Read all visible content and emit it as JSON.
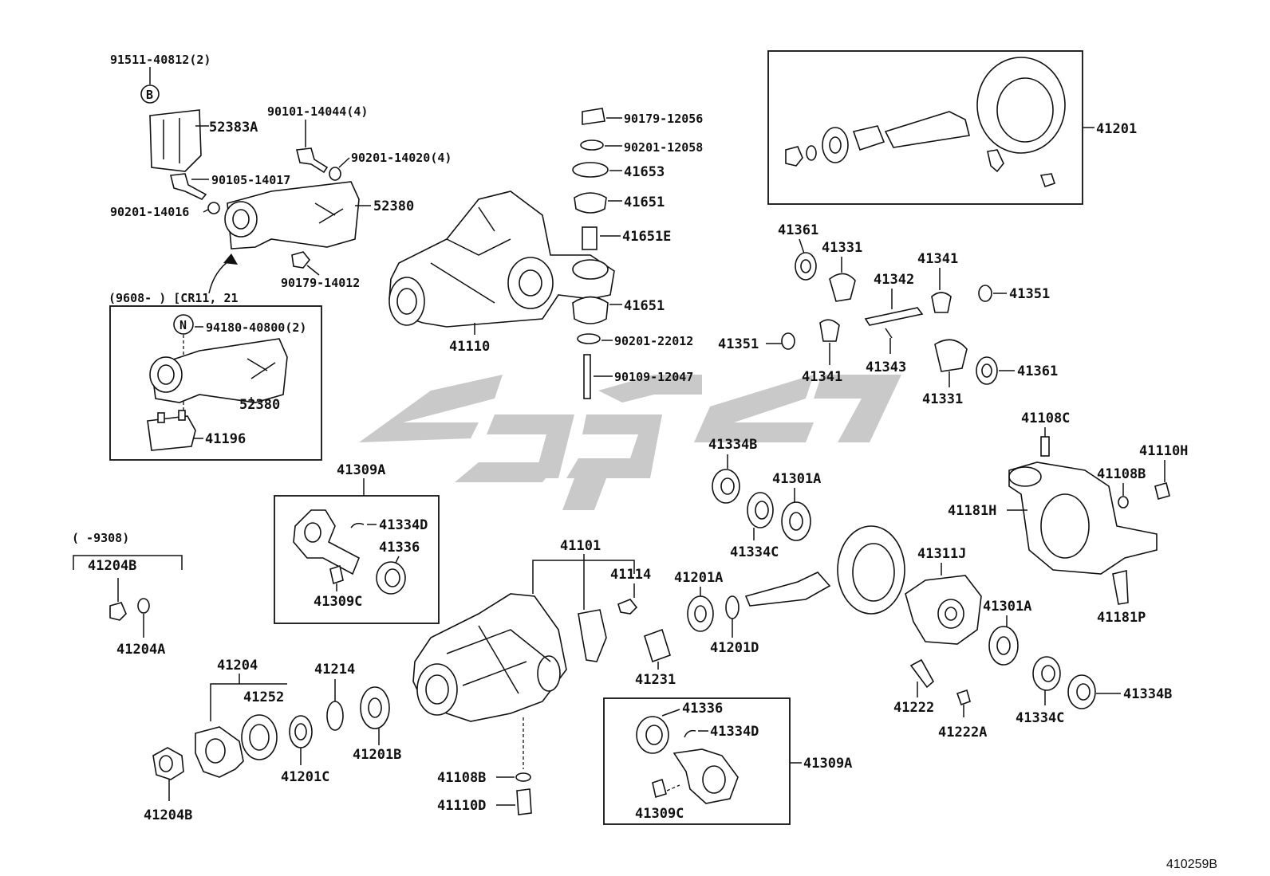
{
  "diagram_id": "410259B",
  "top_bracket": {
    "bolt_b": "91511-40812(2)",
    "bolt_b_marker": "B",
    "bracket": "52383A",
    "bolt_1": "90101-14044(4)",
    "washer_1": "90201-14020(4)",
    "bolt_2": "90105-14017",
    "washer_2": "90201-14016",
    "support": "52380",
    "nut": "90179-14012"
  },
  "variant_box": {
    "header": "(9608-    ) [CR11, 21",
    "bolt_n": "94180-40800(2)",
    "bolt_n_marker": "N",
    "support": "52380",
    "cushion": "41196"
  },
  "carrier_assembly": {
    "carrier": "41110",
    "nut": "90179-12056",
    "washer_top": "90201-12058",
    "stopper": "41653",
    "cushion_upper": "41651",
    "collar": "41651E",
    "cushion_lower": "41651",
    "washer_bottom": "90201-22012",
    "stud": "90109-12047"
  },
  "ring_gear_kit": {
    "label": "41201"
  },
  "differential_gears": {
    "washer_l": "41361",
    "side_gear_l": "41331",
    "pinion_r": "41341",
    "shaft": "41342",
    "thrust_r": "41351",
    "thrust_l": "41351",
    "pinion_l": "41341",
    "pin": "41343",
    "side_gear_r": "41331",
    "washer_r": "41361"
  },
  "right_cover": {
    "breather": "41108C",
    "plug": "41110H",
    "gasket": "41108B",
    "cover": "41181H",
    "bolt": "41181P"
  },
  "side_shaft_upper": {
    "title": "41309A",
    "snap_ring": "41334D",
    "oil_seal": "41336",
    "bolt": "41309C"
  },
  "side_shaft_lower": {
    "oil_seal": "41336",
    "snap_ring": "41334D",
    "title": "41309A",
    "bolt": "41309C"
  },
  "left_flange": {
    "header": "(     -9308)",
    "group": "41204B",
    "nut": "41204B",
    "washer": "41204A"
  },
  "companion_flange": {
    "group": "41204",
    "deflector": "41252",
    "spacer": "41214",
    "bearing_c": "41201C",
    "bearing_b": "41201B",
    "nut": "41204B"
  },
  "center_carrier": {
    "group": "41101",
    "bolt": "41114",
    "bearing_a": "41201A",
    "collar": "41231",
    "washer_d": "41201D",
    "gasket": "41108B",
    "plug": "41110D"
  },
  "differential_case": {
    "seal_b": "41334B",
    "bearing_upper": "41301A",
    "seal_c": "41334C",
    "case": "41311J",
    "bearing_lower": "41301A",
    "seal_c_lower": "41334C",
    "seal_b_lower": "41334B",
    "bracket": "41222",
    "bolt": "41222A"
  }
}
